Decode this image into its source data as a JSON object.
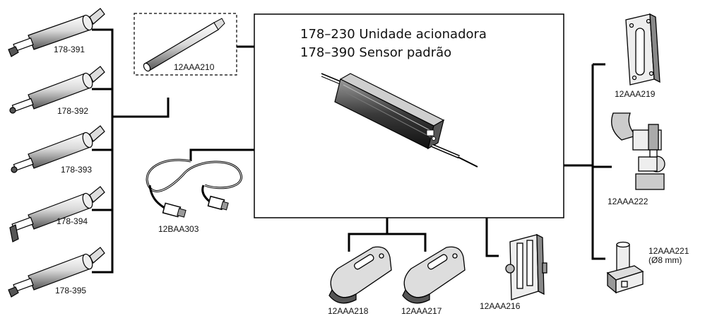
{
  "main_unit": {
    "title_line1": "178–230  Unidade acionadora",
    "title_line2": "178–390 Sensor padrão"
  },
  "styli": [
    {
      "code": "178-391"
    },
    {
      "code": "178-392"
    },
    {
      "code": "178-393"
    },
    {
      "code": "178-394"
    },
    {
      "code": "178-395"
    }
  ],
  "accessories": {
    "extension_rod": "12AAA210",
    "cable": "12BAA303",
    "adapter_a": "12AAA218",
    "adapter_b": "12AAA217",
    "stand": "12AAA216",
    "plate_holder": "12AAA219",
    "clamp": "12AAA222",
    "pin_adapter": "12AAA221",
    "pin_adapter_note": "(Ø8 mm)"
  }
}
